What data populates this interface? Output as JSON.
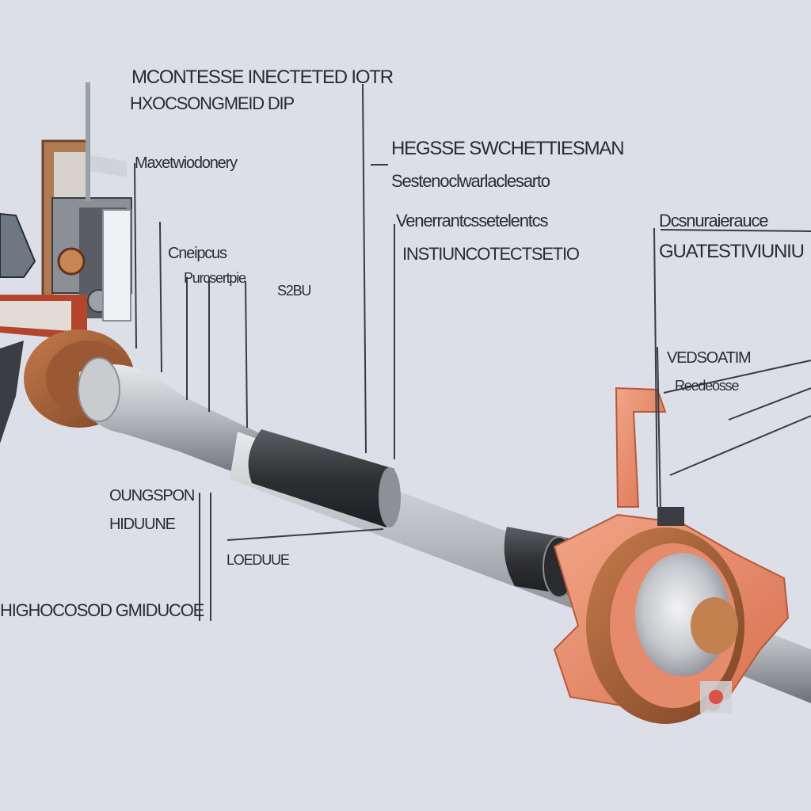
{
  "labels": {
    "title_line1": "MCONTESSE INECTETED IOTR",
    "title_line2": "HXOCSONGMEID DIP",
    "housing_label": "Maxetwiodonery",
    "center_line1": "HEGSSE SWCHETTIESMAN",
    "center_line2": "Sestenoclwarlaclesarto",
    "center2_line1": "Venerrantcssetelentcs",
    "center2_line2": "INSTIUNCOTECTSETIO",
    "right_line1": "Dcsnuraierauce",
    "right_line2": "GUATESTIVIUNIU",
    "left_mid_line1": "Cneipcus",
    "left_mid_line2": "Purcsertpie",
    "left_mid_badge": "S2BU",
    "right_mid_line1": "VEDSOATIM",
    "right_mid_line2": "Reedeosse",
    "left_low_line1": "OUNGSPON",
    "left_low_line2": "HIDUUNE",
    "left_low_note": "LOEDUUE",
    "left_bottom": "HIGHOCOSOD GMIDUCOE"
  },
  "colors": {
    "background": "#dcdfe8",
    "copper": "#e58a6a",
    "bronze": "#a8623a",
    "steel": "#b9bcc2",
    "dark_sleeve": "#3a3c40",
    "leader": "#3a3c42"
  }
}
